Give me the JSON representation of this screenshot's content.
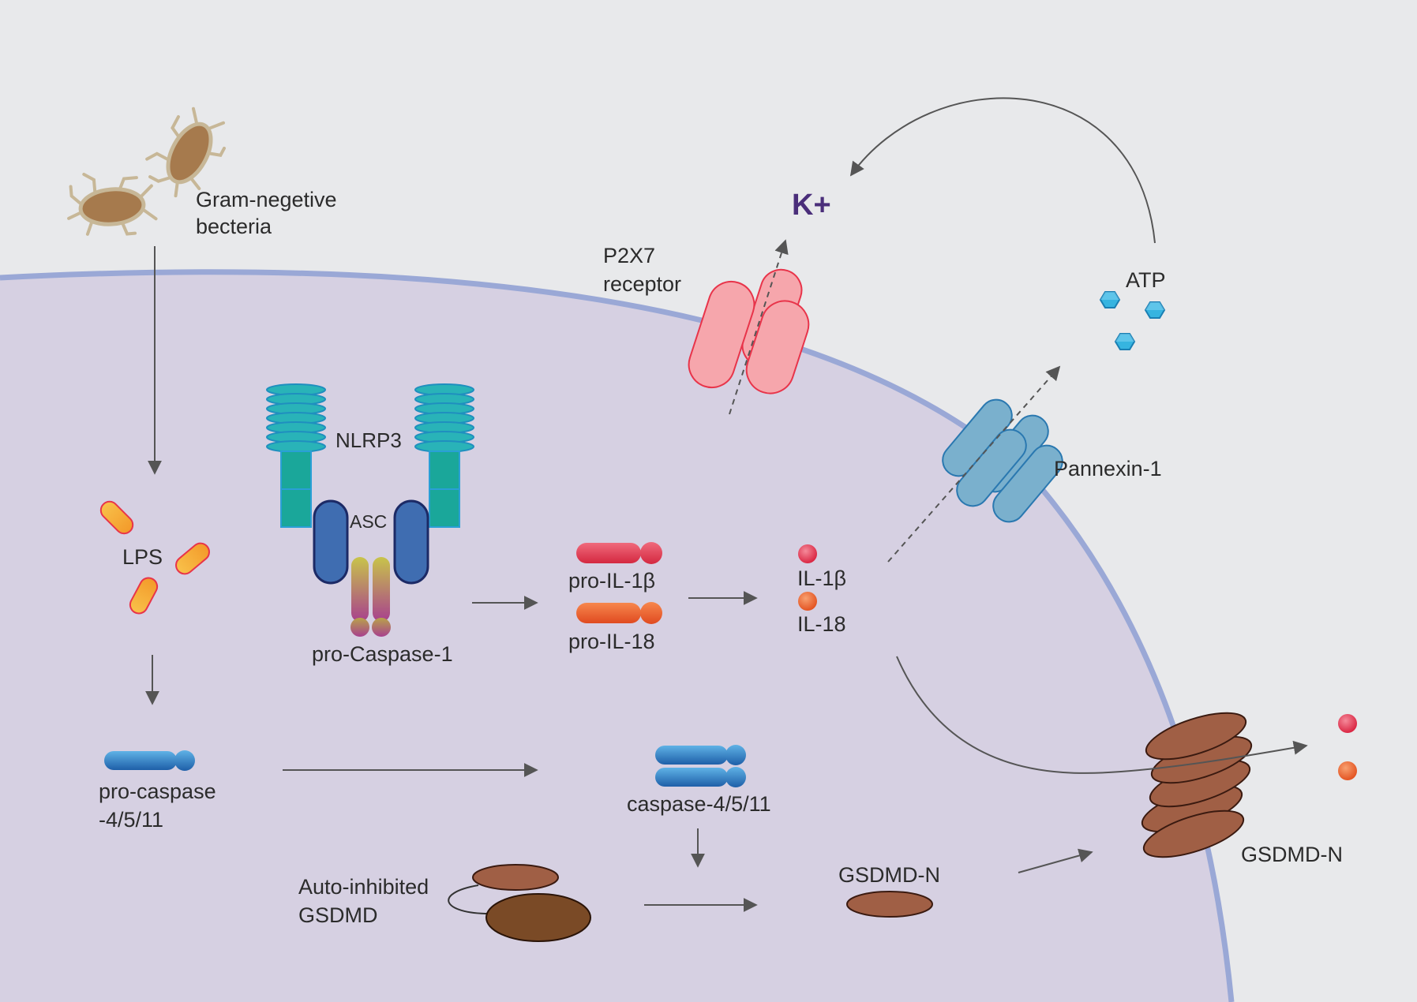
{
  "labels": {
    "bacteria": [
      "Gram-negetive",
      "becteria"
    ],
    "k_plus": "K+",
    "p2x7": [
      "P2X7",
      "receptor"
    ],
    "atp": "ATP",
    "nlrp3": "NLRP3",
    "asc": "ASC",
    "pro_caspase1": "pro-Caspase-1",
    "lps": "LPS",
    "pro_il1b": "pro-IL-1β",
    "pro_il18": "pro-IL-18",
    "il1b": "IL-1β",
    "il18": "IL-18",
    "pannexin": "Pannexin-1",
    "pro_caspase_4511": [
      "pro-caspase",
      "-4/5/11"
    ],
    "caspase_4511": "caspase-4/5/11",
    "auto_inhibited": [
      "Auto-inhibited",
      "GSDMD"
    ],
    "gsdmd_n_center": "GSDMD-N",
    "gsdmd_n_pore": "GSDMD-N"
  },
  "colors": {
    "background": "#e8e9eb",
    "cell": "#d6d0e2",
    "membrane": "#9aa8d6",
    "bacteria": "#a67a4d",
    "lps": "#f6b03a",
    "p2x7": "#f6a6ac",
    "pannexin": "#7ab0cd",
    "nlrp3": "#1aa79a",
    "asc": "#3f6db1",
    "il1b": "#e0304a",
    "il18": "#ee5a2a",
    "caspase": "#2f7fc3",
    "gsdmd": "#a05f45",
    "k_plus": "#4a2e7a",
    "atp": "#29a8d6"
  }
}
